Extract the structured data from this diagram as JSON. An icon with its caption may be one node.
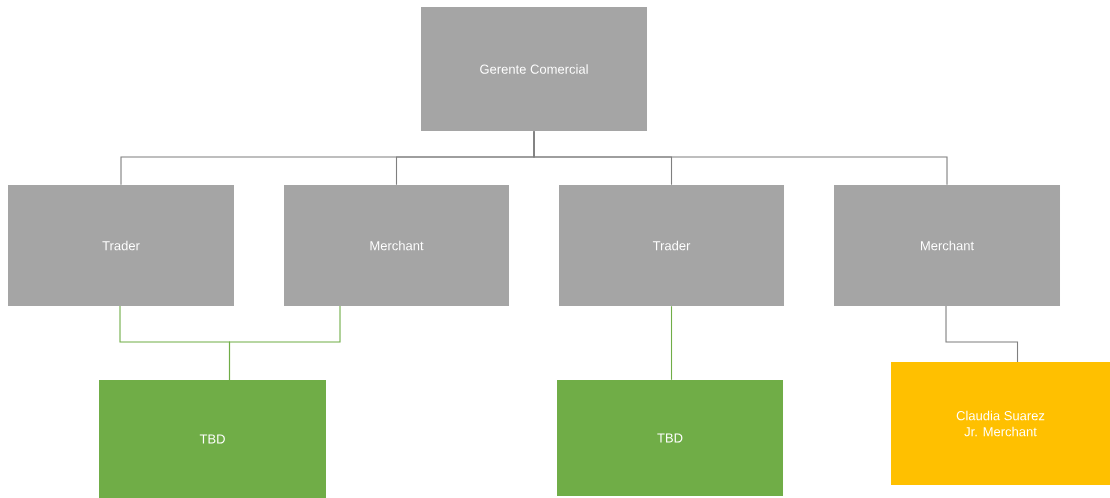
{
  "diagram": {
    "nodes": [
      {
        "text": [
          "Gerente Comercial"
        ]
      },
      {
        "text": [
          "Trader"
        ]
      },
      {
        "text": [
          "Merchant"
        ]
      },
      {
        "text": [
          "Trader"
        ]
      },
      {
        "text": [
          "Merchant"
        ]
      },
      {
        "text": [
          "TBD"
        ]
      },
      {
        "text": [
          "TBD"
        ]
      },
      {
        "text": [
          "Claudia Suarez",
          "Jr. Merchant"
        ]
      }
    ],
    "edges": [
      {
        "from": 0,
        "to": 1,
        "arrow": "none"
      },
      {
        "from": 0,
        "to": 2,
        "arrow": "none"
      },
      {
        "from": 0,
        "to": 3,
        "arrow": "none"
      },
      {
        "from": 0,
        "to": 4,
        "arrow": "none"
      },
      {
        "from": 1,
        "to": 5,
        "arrow": "none",
        "color": "#70ad47"
      },
      {
        "from": 2,
        "to": 5,
        "arrow": "none",
        "color": "#70ad47"
      },
      {
        "from": 3,
        "to": 6,
        "arrow": "none",
        "color": "#70ad47"
      },
      {
        "from": 4,
        "to": 7,
        "arrow": "none"
      }
    ]
  }
}
